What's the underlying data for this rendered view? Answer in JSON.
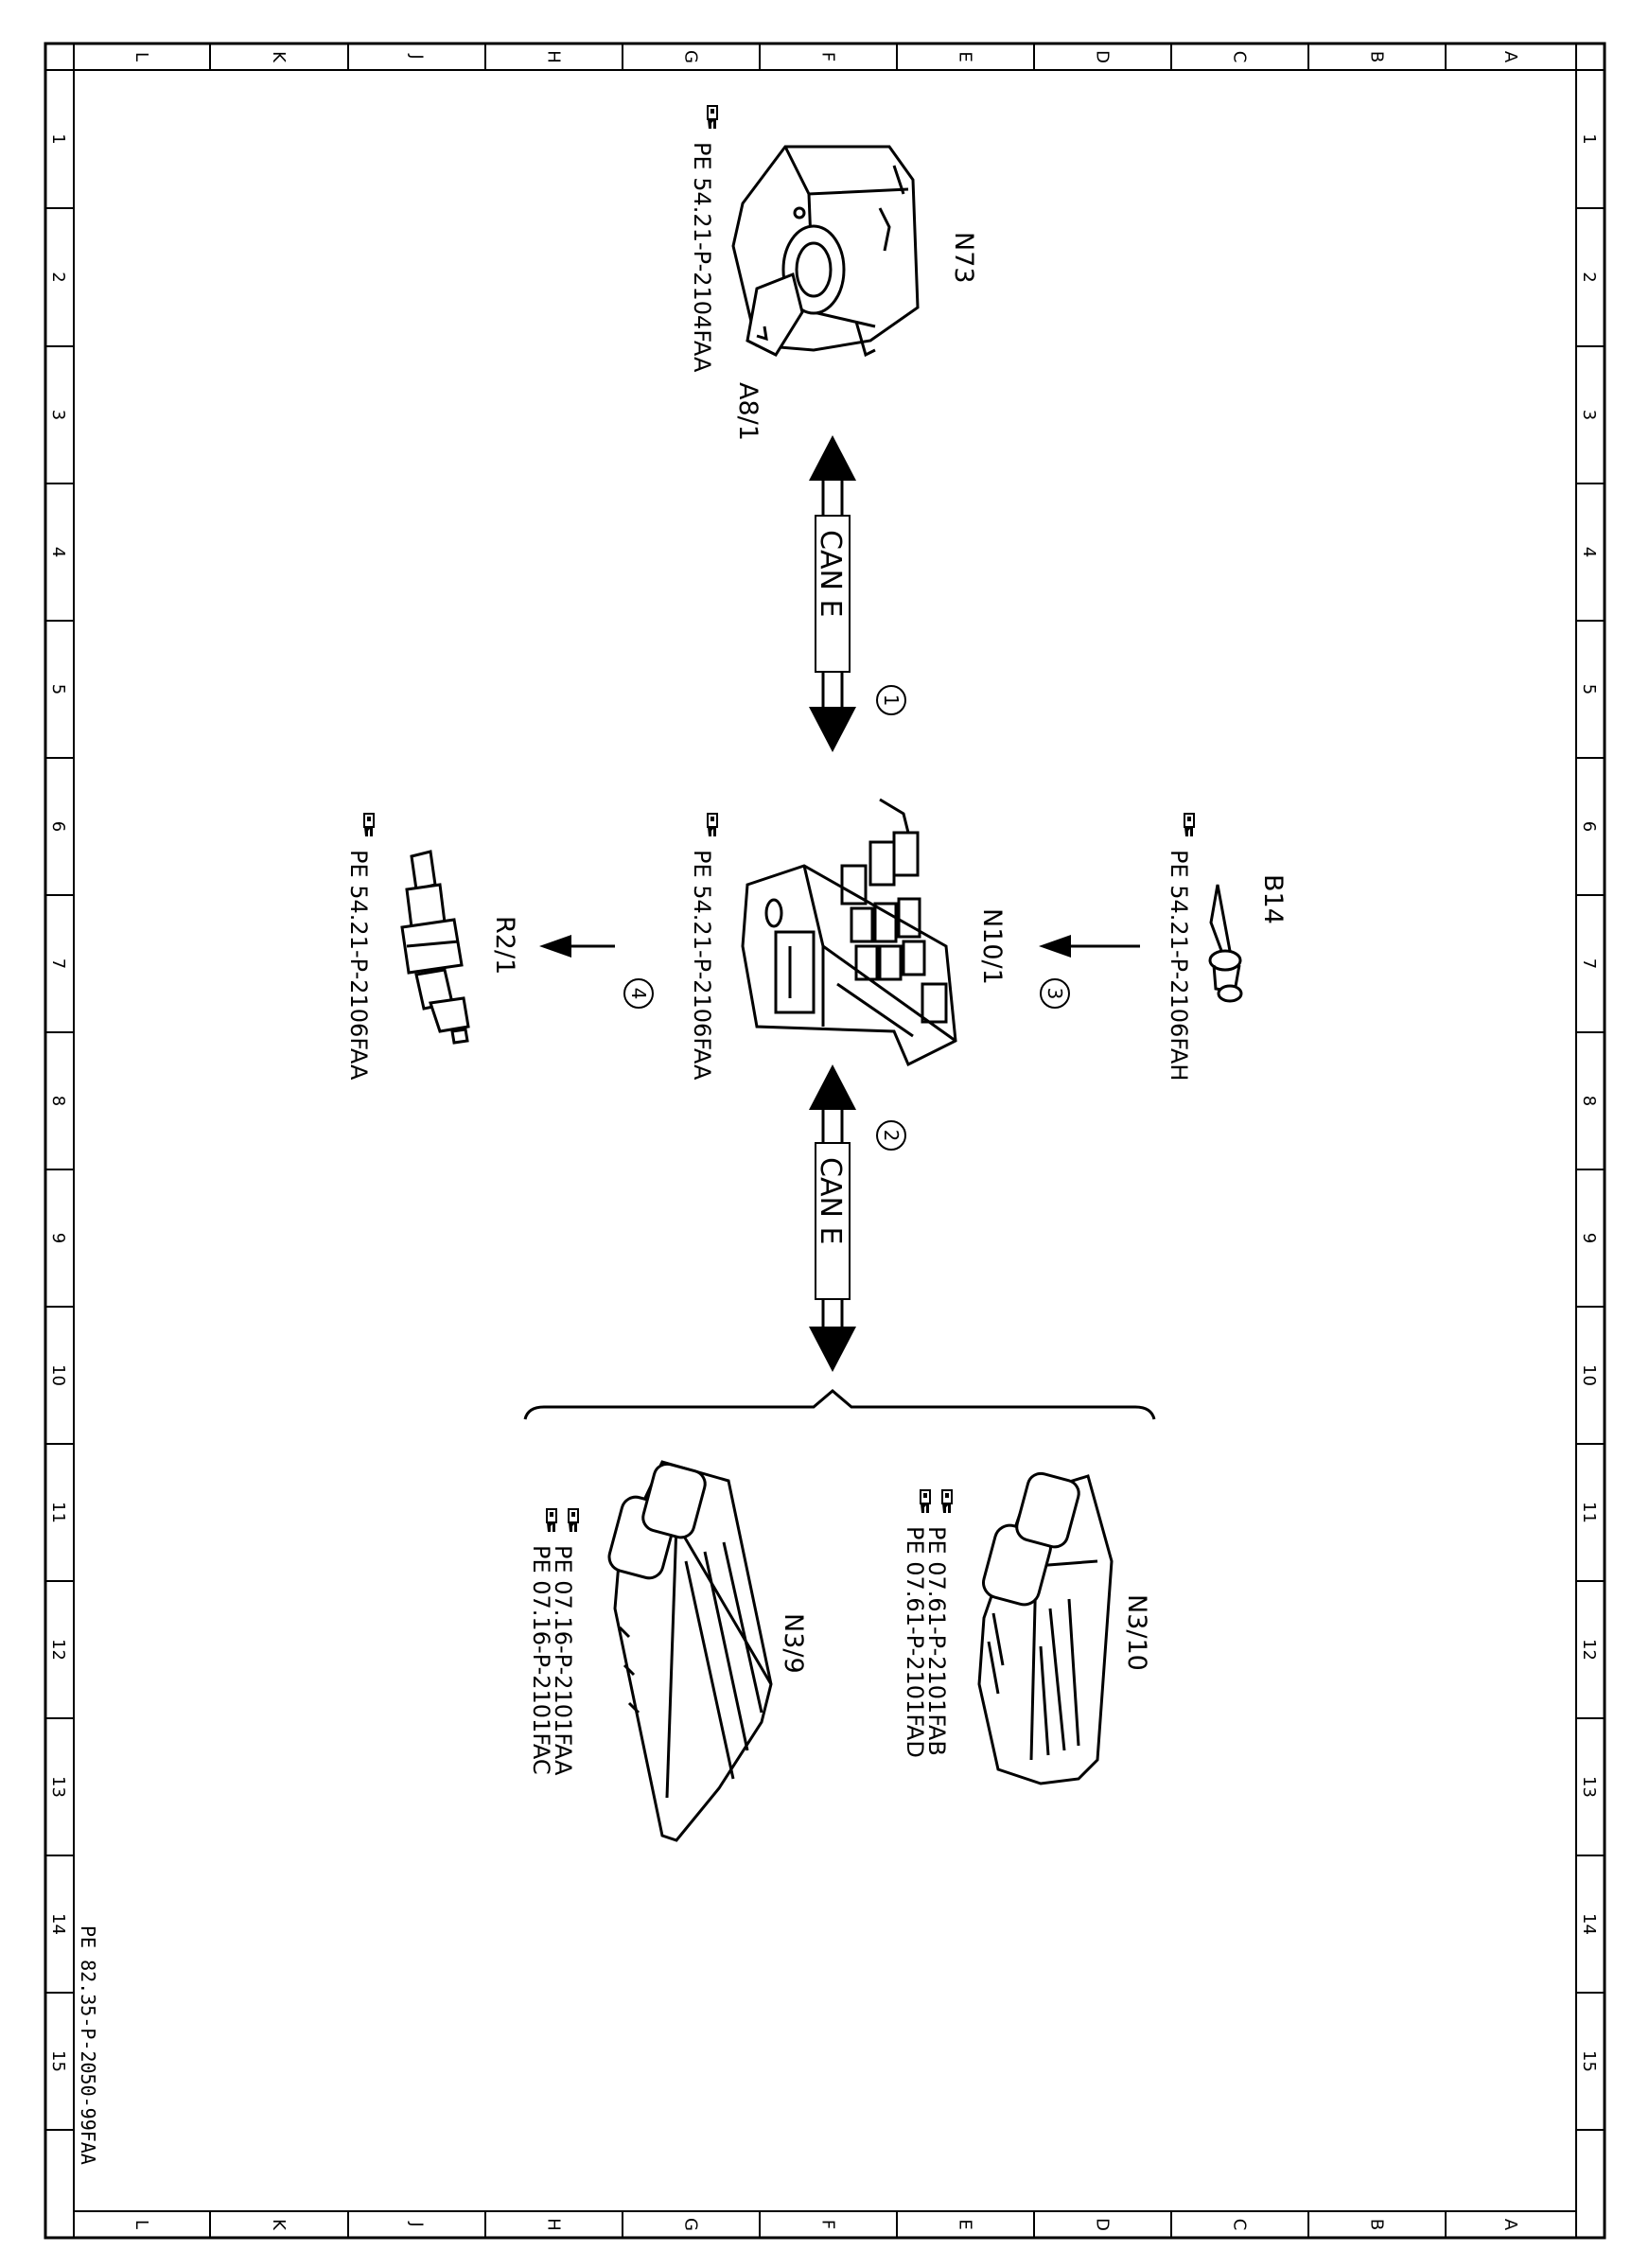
{
  "frame": {
    "letters": [
      "L",
      "K",
      "J",
      "H",
      "G",
      "F",
      "E",
      "D",
      "C",
      "B",
      "A"
    ],
    "numbers": [
      "1",
      "2",
      "3",
      "4",
      "5",
      "6",
      "7",
      "8",
      "9",
      "10",
      "11",
      "12",
      "13",
      "14",
      "15"
    ]
  },
  "doc_code": "PE 82.35-P-2050-99FAA",
  "components": {
    "n73": {
      "label": "N73",
      "sub_label": "A8/1",
      "ref": "PE 54.21-P-2104FAA",
      "icon": "ignition-switch-icon"
    },
    "n10_1": {
      "label": "N10/1",
      "ref": "PE 54.21-P-2106FAA",
      "icon": "control-module-icon"
    },
    "b14": {
      "label": "B14",
      "ref": "PE 54.21-P-2106FAH",
      "icon": "temperature-sensor-icon"
    },
    "r2_1": {
      "label": "R2/1",
      "ref": "PE 54.21-P-2106FAA",
      "icon": "glow-plug-icon"
    },
    "n3_10": {
      "label": "N3/10",
      "refs": [
        "PE 07.61-P-2101FAB",
        "PE 07.61-P-2101FAD"
      ],
      "icon": "engine-control-unit-icon"
    },
    "n3_9": {
      "label": "N3/9",
      "refs": [
        "PE 07.16-P-2101FAA",
        "PE 07.16-P-2101FAC"
      ],
      "icon": "engine-control-unit-icon"
    }
  },
  "connections": {
    "c1": {
      "number": "1",
      "bus": "CAN E",
      "kind": "bidirectional"
    },
    "c2": {
      "number": "2",
      "bus": "CAN E",
      "kind": "bidirectional"
    },
    "c3": {
      "number": "3",
      "kind": "signal-in"
    },
    "c4": {
      "number": "4",
      "kind": "signal-out"
    }
  },
  "reference_icon": "pointing-hand-icon"
}
